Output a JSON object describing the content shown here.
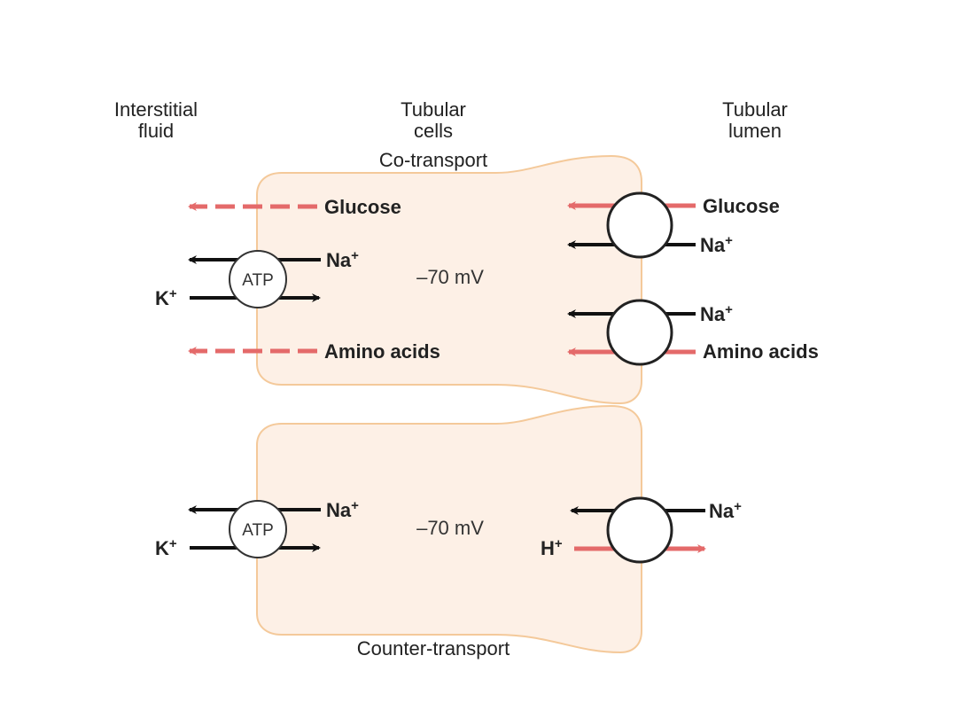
{
  "headers": {
    "interstitial": [
      "Interstitial",
      "fluid"
    ],
    "cells": [
      "Tubular",
      "cells"
    ],
    "lumen": [
      "Tubular",
      "lumen"
    ]
  },
  "sections": {
    "top": "Co-transport",
    "bottom": "Counter-transport"
  },
  "labels": {
    "glucose": "Glucose",
    "amino_acids": "Amino acids",
    "na": "Na",
    "k": "K",
    "h": "H",
    "plus": "+",
    "atp": "ATP",
    "potential": "–70 mV"
  },
  "colors": {
    "cell_fill": "#fdf0e6",
    "cell_stroke": "#f4c99a",
    "red": "#e46a6a",
    "black": "#111111"
  }
}
